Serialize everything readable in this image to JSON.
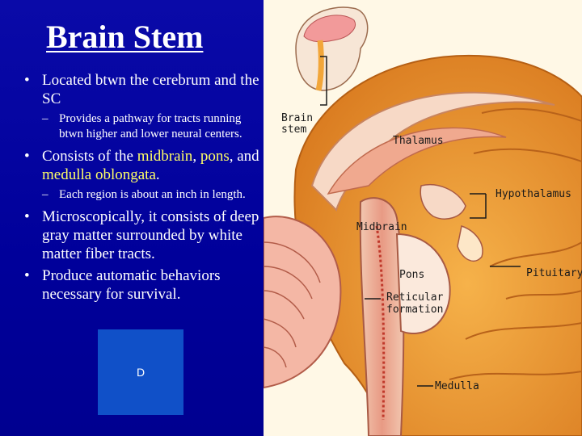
{
  "slide": {
    "title": "Brain Stem",
    "bullets": [
      {
        "text_parts": [
          "Located btwn the cerebrum and the SC"
        ],
        "sub": "Provides a pathway for tracts running btwn higher and lower neural centers."
      },
      {
        "text_parts": [
          "Consists of the ",
          "midbrain",
          ", ",
          "pons",
          ", and ",
          "medulla oblongata",
          "."
        ],
        "sub": "Each region is about an inch in length."
      },
      {
        "text_parts": [
          "Microscopically, it consists of deep gray matter surrounded by white matter fiber tracts."
        ]
      },
      {
        "text_parts": [
          "Produce automatic behaviors necessary for survival."
        ]
      }
    ],
    "placeholder_box": "D"
  },
  "illustration": {
    "labels": {
      "brain_stem": "Brain stem",
      "thalamus": "Thalamus",
      "hypothalamus": "Hypothalamus",
      "midbrain": "Midbrain",
      "pituitary": "Pituitary",
      "pons": "Pons",
      "reticular_formation": "Reticular formation",
      "medulla": "Medulla"
    }
  },
  "colors": {
    "background": "#00009a",
    "title": "#ffffff",
    "body_text": "#ffffff",
    "highlight": "#ffff66",
    "box": "#1050c8"
  }
}
